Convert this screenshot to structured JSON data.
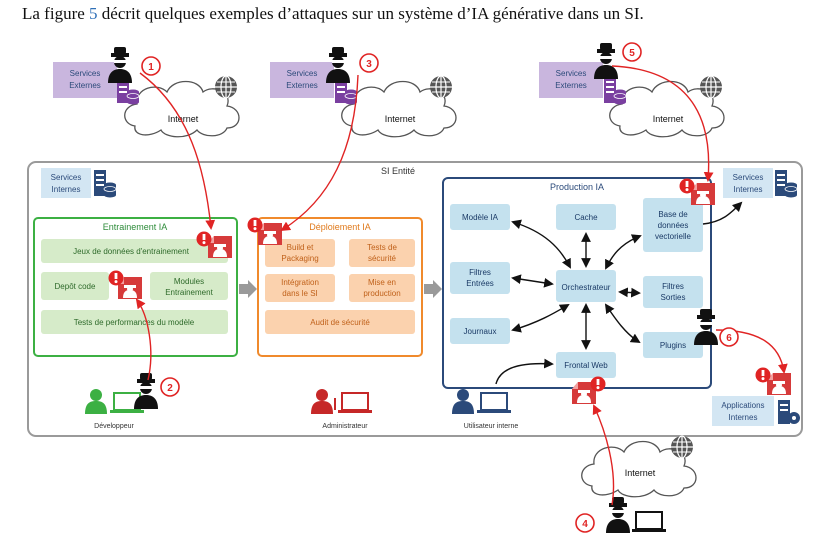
{
  "caption": {
    "before": "La figure ",
    "figure_number": "5",
    "after": " décrit quelques exemples d’attaques sur un système d’IA générative dans un SI."
  },
  "external_services": [
    "Services",
    "Externes"
  ],
  "internet_label": "Internet",
  "si_entity_label": "SI Entité",
  "internal_services": [
    "Services",
    "Internes"
  ],
  "internal_apps": [
    "Applications",
    "Internes"
  ],
  "training": {
    "title": "Entrainement IA",
    "datasets": "Jeux de données d'entrainement",
    "code_repo": "Depôt code",
    "modules": [
      "Modules",
      "Entrainement"
    ],
    "perf_tests": "Tests de performances du modèle"
  },
  "deployment": {
    "title": "Déploiement IA",
    "build": [
      "Build et",
      "Packaging"
    ],
    "security_tests": [
      "Tests de",
      "sécurité"
    ],
    "integration": [
      "Intégration",
      "dans le SI"
    ],
    "production_release": [
      "Mise en",
      "production"
    ],
    "audit": "Audit de sécurité"
  },
  "production": {
    "title": "Production IA",
    "model": "Modèle IA",
    "cache": "Cache",
    "vector_db": [
      "Base de",
      "données",
      "vectorielle"
    ],
    "input_filters": [
      "Filtres",
      "Entrées"
    ],
    "orchestrator": "Orchestrateur",
    "output_filters": [
      "Filtres",
      "Sorties"
    ],
    "logs": "Journaux",
    "plugins": "Plugins",
    "web_frontend": "Frontal Web"
  },
  "roles": {
    "developer": "Développeur",
    "administrator": "Administrateur",
    "internal_user": "Utilisateur interne"
  },
  "attack_numbers": [
    "1",
    "2",
    "3",
    "4",
    "5",
    "6"
  ],
  "colors": {
    "attack": "#e02424",
    "training_border": "#3cb043",
    "training_box": "#d6ebc9",
    "deployment_border": "#f08a2c",
    "deployment_box": "#fbd2ae",
    "production_border": "#2b4a7a",
    "production_box": "#c4e1ee",
    "external_box": "#c9b6de",
    "internal_box": "#d3e6f3"
  }
}
